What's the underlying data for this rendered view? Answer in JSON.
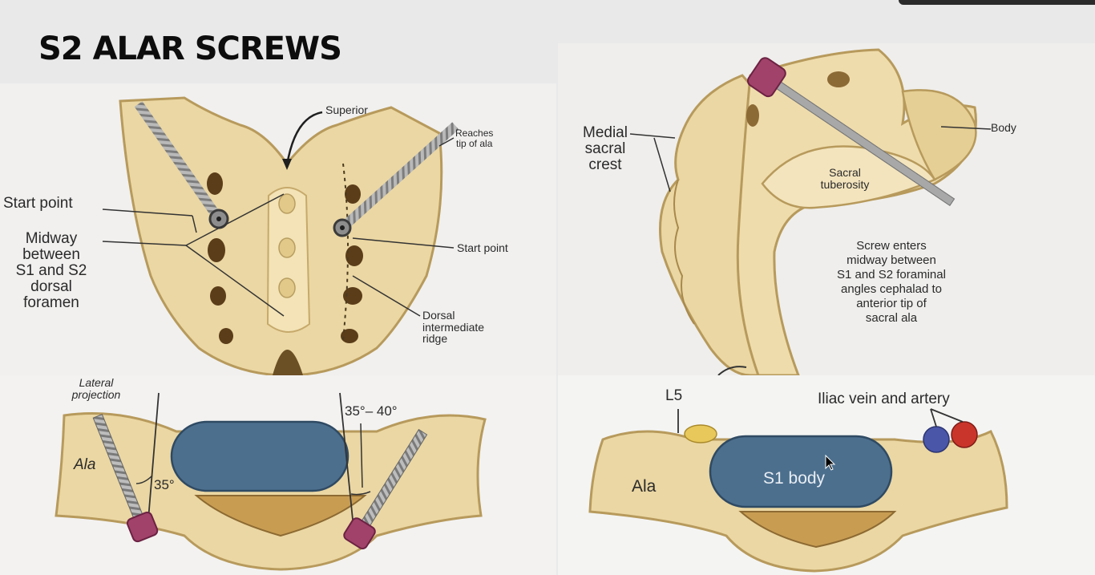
{
  "title": "S2 ALAR SCREWS",
  "colors": {
    "bone": "#ebd7a3",
    "bone_shadow": "#b79a5c",
    "vertebral_body": "#4c6f8e",
    "screw_shaft": "#a5a5a5",
    "screw_head": "#a1426a",
    "l5_root": "#e8c85a",
    "iliac_vein": "#4a56a8",
    "iliac_artery": "#c9352a"
  },
  "panels": {
    "posterior_view": {
      "labels": {
        "superior": "Superior",
        "reaches_tip": [
          "Reaches",
          "tip of ala"
        ],
        "start_point_left": "Start point",
        "midway": [
          "Midway",
          "between",
          "S1 and S2",
          "dorsal",
          "foramen"
        ],
        "start_point_right": "Start point",
        "dorsal_ridge": [
          "Dorsal",
          "intermediate",
          "ridge"
        ]
      }
    },
    "lateral_view": {
      "labels": {
        "medial_crest": [
          "Medial",
          "sacral",
          "crest"
        ],
        "body": "Body",
        "sacral_tuberosity": [
          "Sacral",
          "tuberosity"
        ],
        "screw_note": [
          "Screw enters",
          "midway between",
          "S1 and S2 foraminal",
          "angles cephalad to",
          "anterior tip of",
          "sacral ala"
        ]
      }
    },
    "axial_screw_view": {
      "labels": {
        "lateral_projection": [
          "Lateral",
          "projection"
        ],
        "ala": "Ala",
        "angle_left": "35°",
        "angle_right": "35°– 40°"
      }
    },
    "axial_anatomy_view": {
      "labels": {
        "l5": "L5",
        "iliac": "Iliac vein and artery",
        "ala": "Ala",
        "s1_body": "S1 body"
      }
    }
  }
}
